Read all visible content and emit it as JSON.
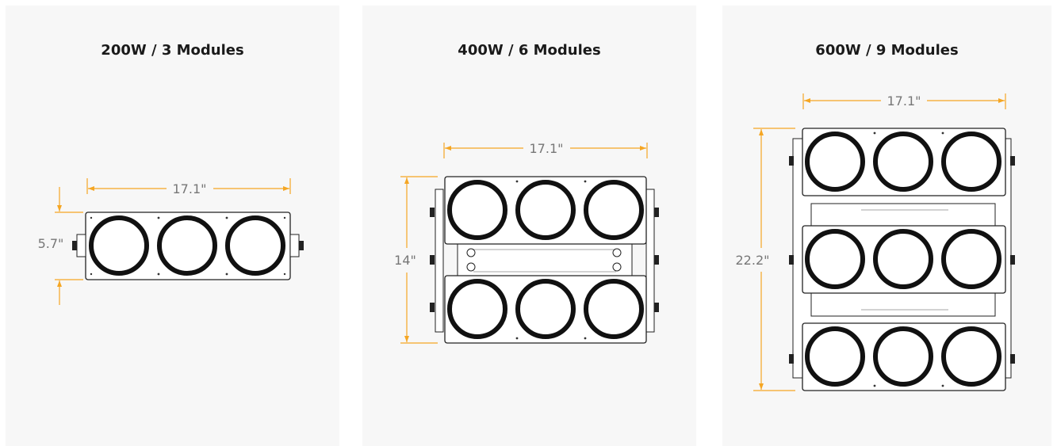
{
  "accent_color": "#f5a623",
  "panels": [
    {
      "title": "200W / 3 Modules",
      "modules": 3,
      "width_label": "17.1\"",
      "height_label": "5.7\""
    },
    {
      "title": "400W / 6 Modules",
      "modules": 6,
      "width_label": "17.1\"",
      "height_label": "14\""
    },
    {
      "title": "600W / 9 Modules",
      "modules": 9,
      "width_label": "17.1\"",
      "height_label": "22.2\""
    }
  ]
}
